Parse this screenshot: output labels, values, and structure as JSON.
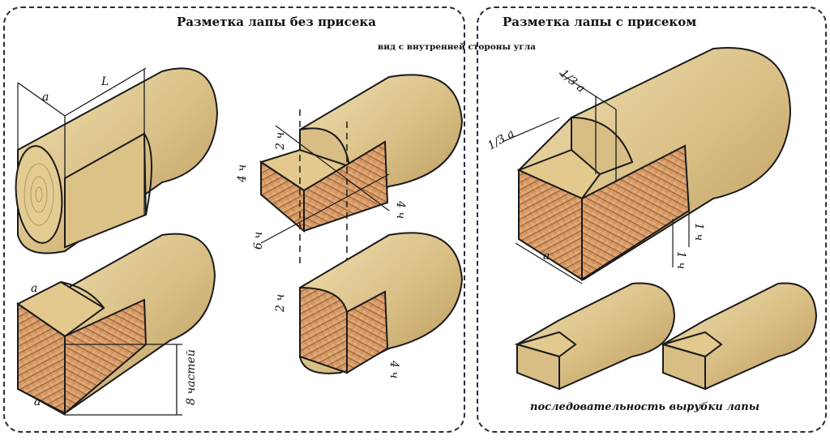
{
  "left_panel": {
    "title": "Разметка лапы без присека",
    "subtitle": "вид с внутренней стороны угла",
    "figures": [
      {
        "name": "log-marking-step1",
        "labels": [
          "a",
          "L"
        ]
      },
      {
        "name": "log-marking-step2",
        "labels": [
          "a",
          "a",
          "8 частей"
        ]
      },
      {
        "name": "log-marking-step3",
        "labels": [
          "2 ч",
          "4 ч",
          "6 ч",
          "4 ч"
        ]
      },
      {
        "name": "log-marking-step4",
        "labels": [
          "2 ч",
          "4 ч"
        ]
      }
    ]
  },
  "right_panel": {
    "title": "Разметка лапы с присеком",
    "figures": [
      {
        "name": "log-marking-with-notch",
        "labels": [
          "1/3 a",
          "1/3 a",
          "a",
          "1 ч",
          "1 ч"
        ]
      }
    ],
    "caption": "последовательность вырубки лапы"
  },
  "colors": {
    "wood_light": "#e8d4a0",
    "wood_mid": "#cfb577",
    "wood_dark": "#a8874a",
    "cut_face": "#d9a36c",
    "grain": "#9a5a2e",
    "outline": "#1a1a1a",
    "border": "#2a2a3a"
  }
}
